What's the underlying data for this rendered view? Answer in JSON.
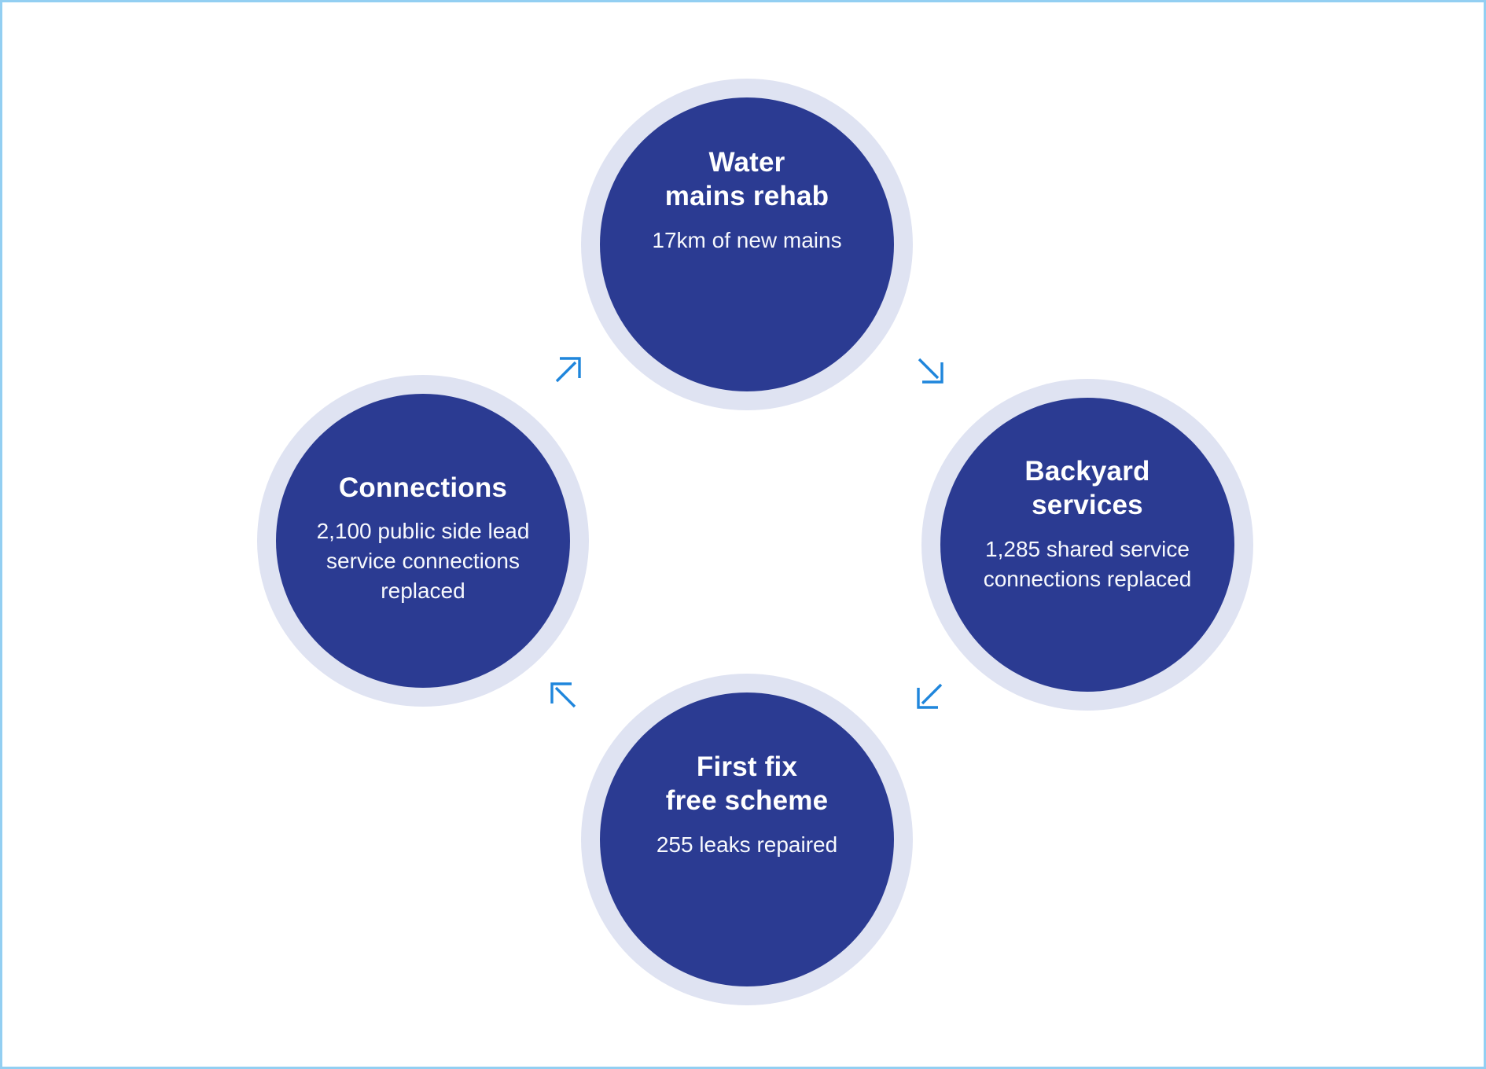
{
  "page": {
    "background_color": "#ffffff",
    "border_color": "#93cff2"
  },
  "diagram": {
    "type": "cycle",
    "circle_fill_color": "#2b3b92",
    "circle_ring_color": "#dfe3f2",
    "arrow_color": "#1f86dc",
    "text_color": "#ffffff",
    "flow": "clockwise",
    "nodes": [
      {
        "id": "water-mains-rehab",
        "position": "top",
        "title": "Water mains rehab",
        "subtitle": "17km of new mains",
        "title_lines": [
          "Water",
          "mains rehab"
        ],
        "subtitle_lines": [
          "17km of new mains"
        ]
      },
      {
        "id": "backyard-services",
        "position": "right",
        "title": "Backyard services",
        "subtitle": "1,285 shared service connections replaced",
        "title_lines": [
          "Backyard",
          "services"
        ],
        "subtitle_lines": [
          "1,285 shared service",
          "connections replaced"
        ]
      },
      {
        "id": "first-fix-free-scheme",
        "position": "bottom",
        "title": "First fix free scheme",
        "subtitle": "255 leaks repaired",
        "title_lines": [
          "First fix",
          "free scheme"
        ],
        "subtitle_lines": [
          "255 leaks repaired"
        ]
      },
      {
        "id": "connections",
        "position": "left",
        "title": "Connections",
        "subtitle": "2,100 public side lead service connections replaced",
        "title_lines": [
          "Connections"
        ],
        "subtitle_lines": [
          "2,100 public side lead",
          "service connections",
          "replaced"
        ]
      }
    ],
    "arrows": [
      {
        "id": "arrow-left-to-top",
        "direction": "up-right"
      },
      {
        "id": "arrow-top-to-right",
        "direction": "down-right"
      },
      {
        "id": "arrow-right-to-bottom",
        "direction": "down-left"
      },
      {
        "id": "arrow-bottom-to-left",
        "direction": "up-left"
      }
    ]
  }
}
